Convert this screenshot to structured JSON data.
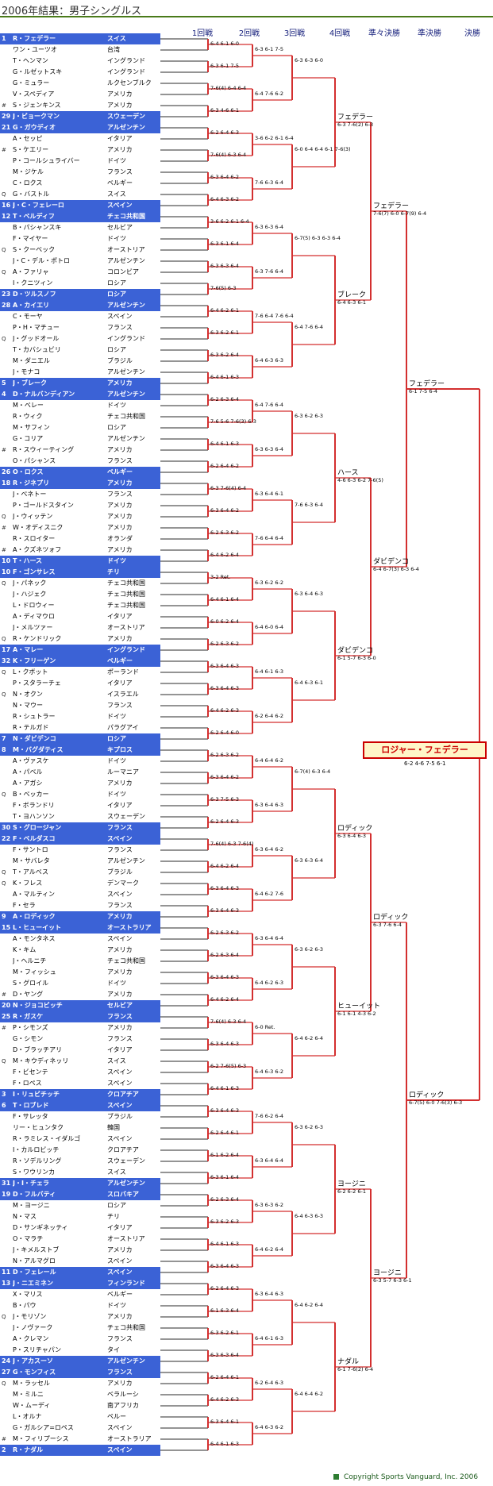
{
  "page_title": "2006年結果：男子シングルス",
  "rounds": [
    "1回戦",
    "2回戦",
    "3回戦",
    "4回戦",
    "準々決勝",
    "準決勝",
    "決勝"
  ],
  "entries": [
    {
      "seed": "1",
      "name": "R・フェデラー",
      "country": "スイス"
    },
    {
      "seed": "",
      "name": "ワン・ユーツオ",
      "country": "台湾"
    },
    {
      "seed": "",
      "name": "T・ヘンマン",
      "country": "イングランド"
    },
    {
      "seed": "",
      "name": "G・ルゼットスキ",
      "country": "イングランド"
    },
    {
      "seed": "",
      "name": "G・ミュラー",
      "country": "ルクセンブルク"
    },
    {
      "seed": "",
      "name": "V・スペディア",
      "country": "アメリカ"
    },
    {
      "seed": "#",
      "name": "S・ジェンキンス",
      "country": "アメリカ"
    },
    {
      "seed": "29",
      "name": "J・ビョークマン",
      "country": "スウェーデン"
    },
    {
      "seed": "21",
      "name": "G・ガウディオ",
      "country": "アルゼンチン"
    },
    {
      "seed": "",
      "name": "A・セッピ",
      "country": "イタリア"
    },
    {
      "seed": "#",
      "name": "S・ケエリー",
      "country": "アメリカ"
    },
    {
      "seed": "",
      "name": "P・コールシュライバー",
      "country": "ドイツ"
    },
    {
      "seed": "",
      "name": "M・ジケル",
      "country": "フランス"
    },
    {
      "seed": "",
      "name": "C・ロクス",
      "country": "ベルギー"
    },
    {
      "seed": "Q",
      "name": "G・バストル",
      "country": "スイス"
    },
    {
      "seed": "16",
      "name": "J・C・フェレーロ",
      "country": "スペイン"
    },
    {
      "seed": "12",
      "name": "T・ベルディフ",
      "country": "チェコ共和国"
    },
    {
      "seed": "",
      "name": "B・パシャンスキ",
      "country": "セルビア"
    },
    {
      "seed": "",
      "name": "F・マイヤー",
      "country": "ドイツ"
    },
    {
      "seed": "Q",
      "name": "S・クーベック",
      "country": "オーストリア"
    },
    {
      "seed": "",
      "name": "J・C・デル・ポトロ",
      "country": "アルゼンチン"
    },
    {
      "seed": "Q",
      "name": "A・ファリャ",
      "country": "コロンビア"
    },
    {
      "seed": "",
      "name": "I・クニツィン",
      "country": "ロシア"
    },
    {
      "seed": "23",
      "name": "D・ツルスノフ",
      "country": "ロシア"
    },
    {
      "seed": "28",
      "name": "A・カイエリ",
      "country": "アルゼンチン"
    },
    {
      "seed": "",
      "name": "C・モーヤ",
      "country": "スペイン"
    },
    {
      "seed": "",
      "name": "P・H・マチュー",
      "country": "フランス"
    },
    {
      "seed": "Q",
      "name": "J・グッドオール",
      "country": "イングランド"
    },
    {
      "seed": "",
      "name": "T・カバシュビリ",
      "country": "ロシア"
    },
    {
      "seed": "",
      "name": "M・ダニエル",
      "country": "ブラジル"
    },
    {
      "seed": "",
      "name": "J・モナコ",
      "country": "アルゼンチン"
    },
    {
      "seed": "5",
      "name": "J・ブレーク",
      "country": "アメリカ"
    },
    {
      "seed": "4",
      "name": "D・ナルバンディアン",
      "country": "アルゼンチン"
    },
    {
      "seed": "",
      "name": "M・ベレー",
      "country": "ドイツ"
    },
    {
      "seed": "",
      "name": "R・ウィク",
      "country": "チェコ共和国"
    },
    {
      "seed": "",
      "name": "M・サフィン",
      "country": "ロシア"
    },
    {
      "seed": "",
      "name": "G・コリア",
      "country": "アルゼンチン"
    },
    {
      "seed": "#",
      "name": "R・スウィーティング",
      "country": "アメリカ"
    },
    {
      "seed": "",
      "name": "O・パシャンス",
      "country": "フランス"
    },
    {
      "seed": "26",
      "name": "O・ロクス",
      "country": "ベルギー"
    },
    {
      "seed": "18",
      "name": "R・ジネプリ",
      "country": "アメリカ"
    },
    {
      "seed": "",
      "name": "J・ベネトー",
      "country": "フランス"
    },
    {
      "seed": "",
      "name": "P・ゴールドスタイン",
      "country": "アメリカ"
    },
    {
      "seed": "Q",
      "name": "J・ウィッテン",
      "country": "アメリカ"
    },
    {
      "seed": "#",
      "name": "W・オディスニク",
      "country": "アメリカ"
    },
    {
      "seed": "",
      "name": "R・スロイター",
      "country": "オランダ"
    },
    {
      "seed": "#",
      "name": "A・クズネツォフ",
      "country": "アメリカ"
    },
    {
      "seed": "10",
      "name": "T・ハース",
      "country": "ドイツ"
    },
    {
      "seed": "10",
      "name": "F・ゴンサレス",
      "country": "チリ"
    },
    {
      "seed": "Q",
      "name": "J・パネック",
      "country": "チェコ共和国"
    },
    {
      "seed": "",
      "name": "J・ハジェク",
      "country": "チェコ共和国"
    },
    {
      "seed": "",
      "name": "L・ドロウィー",
      "country": "チェコ共和国"
    },
    {
      "seed": "",
      "name": "A・ディマウロ",
      "country": "イタリア"
    },
    {
      "seed": "",
      "name": "J・メルツァー",
      "country": "オーストリア"
    },
    {
      "seed": "Q",
      "name": "R・ケンドリック",
      "country": "アメリカ"
    },
    {
      "seed": "17",
      "name": "A・マレー",
      "country": "イングランド"
    },
    {
      "seed": "32",
      "name": "K・フリーゲン",
      "country": "ベルギー"
    },
    {
      "seed": "Q",
      "name": "L・クボット",
      "country": "ポーランド"
    },
    {
      "seed": "",
      "name": "P・スタラーチェ",
      "country": "イタリア"
    },
    {
      "seed": "Q",
      "name": "N・オクン",
      "country": "イスラエル"
    },
    {
      "seed": "",
      "name": "N・マウー",
      "country": "フランス"
    },
    {
      "seed": "",
      "name": "R・シュトラー",
      "country": "ドイツ"
    },
    {
      "seed": "",
      "name": "R・テルガド",
      "country": "パラグアイ"
    },
    {
      "seed": "7",
      "name": "N・ダビデンコ",
      "country": "ロシア"
    },
    {
      "seed": "8",
      "name": "M・バグダティス",
      "country": "キプロス"
    },
    {
      "seed": "",
      "name": "A・ヴァスケ",
      "country": "ドイツ"
    },
    {
      "seed": "",
      "name": "A・パベル",
      "country": "ルーマニア"
    },
    {
      "seed": "",
      "name": "A・アガシ",
      "country": "アメリカ"
    },
    {
      "seed": "Q",
      "name": "B・ベッカー",
      "country": "ドイツ"
    },
    {
      "seed": "",
      "name": "F・ボランドリ",
      "country": "イタリア"
    },
    {
      "seed": "",
      "name": "T・ヨハンソン",
      "country": "スウェーデン"
    },
    {
      "seed": "30",
      "name": "S・グロージャン",
      "country": "フランス"
    },
    {
      "seed": "22",
      "name": "F・ベルダスコ",
      "country": "スペイン"
    },
    {
      "seed": "",
      "name": "F・サントロ",
      "country": "フランス"
    },
    {
      "seed": "",
      "name": "M・サバレタ",
      "country": "アルゼンチン"
    },
    {
      "seed": "Q",
      "name": "T・アルベス",
      "country": "ブラジル"
    },
    {
      "seed": "Q",
      "name": "K・フレス",
      "country": "デンマーク"
    },
    {
      "seed": "",
      "name": "A・マルティン",
      "country": "スペイン"
    },
    {
      "seed": "",
      "name": "F・セラ",
      "country": "フランス"
    },
    {
      "seed": "9",
      "name": "A・ロディック",
      "country": "アメリカ"
    },
    {
      "seed": "15",
      "name": "L・ヒューイット",
      "country": "オーストラリア"
    },
    {
      "seed": "",
      "name": "A・モンタネス",
      "country": "スペイン"
    },
    {
      "seed": "",
      "name": "K・キム",
      "country": "アメリカ"
    },
    {
      "seed": "",
      "name": "J・ヘルニチ",
      "country": "チェコ共和国"
    },
    {
      "seed": "",
      "name": "M・フィッシュ",
      "country": "アメリカ"
    },
    {
      "seed": "",
      "name": "S・グロイル",
      "country": "ドイツ"
    },
    {
      "seed": "#",
      "name": "D・ヤング",
      "country": "アメリカ"
    },
    {
      "seed": "20",
      "name": "N・ジョコビッチ",
      "country": "セルビア"
    },
    {
      "seed": "25",
      "name": "R・ガスケ",
      "country": "フランス"
    },
    {
      "seed": "#",
      "name": "P・シモンズ",
      "country": "アメリカ"
    },
    {
      "seed": "",
      "name": "G・シモン",
      "country": "フランス"
    },
    {
      "seed": "",
      "name": "D・ブラッチアリ",
      "country": "イタリア"
    },
    {
      "seed": "Q",
      "name": "M・キウディネッリ",
      "country": "スイス"
    },
    {
      "seed": "",
      "name": "F・ビセンテ",
      "country": "スペイン"
    },
    {
      "seed": "",
      "name": "F・ロペス",
      "country": "スペイン"
    },
    {
      "seed": "3",
      "name": "I・リュビチッチ",
      "country": "クロアチア"
    },
    {
      "seed": "6",
      "name": "T・ロブレド",
      "country": "スペイン"
    },
    {
      "seed": "",
      "name": "F・サレッタ",
      "country": "ブラジル"
    },
    {
      "seed": "",
      "name": "リー・ヒュンタク",
      "country": "韓国"
    },
    {
      "seed": "",
      "name": "R・ラミレス・イダルゴ",
      "country": "スペイン"
    },
    {
      "seed": "",
      "name": "I・カルロビッチ",
      "country": "クロアチア"
    },
    {
      "seed": "",
      "name": "R・ソデルリング",
      "country": "スウェーデン"
    },
    {
      "seed": "",
      "name": "S・ワウリンカ",
      "country": "スイス"
    },
    {
      "seed": "31",
      "name": "J・I・チェラ",
      "country": "アルゼンチン"
    },
    {
      "seed": "19",
      "name": "D・フルバティ",
      "country": "スロバキア"
    },
    {
      "seed": "",
      "name": "M・ヨージニ",
      "country": "ロシア"
    },
    {
      "seed": "",
      "name": "N・マス",
      "country": "チリ"
    },
    {
      "seed": "",
      "name": "D・サンギネッティ",
      "country": "イタリア"
    },
    {
      "seed": "",
      "name": "O・マラチ",
      "country": "オーストリア"
    },
    {
      "seed": "",
      "name": "J・キメルストブ",
      "country": "アメリカ"
    },
    {
      "seed": "",
      "name": "N・アルマグロ",
      "country": "スペイン"
    },
    {
      "seed": "11",
      "name": "D・フェレール",
      "country": "スペイン"
    },
    {
      "seed": "13",
      "name": "J・ニエミネン",
      "country": "フィンランド"
    },
    {
      "seed": "",
      "name": "X・マリス",
      "country": "ベルギー"
    },
    {
      "seed": "",
      "name": "B・パウ",
      "country": "ドイツ"
    },
    {
      "seed": "Q",
      "name": "J・モリゾン",
      "country": "アメリカ"
    },
    {
      "seed": "",
      "name": "J・ノヴァーク",
      "country": "チェコ共和国"
    },
    {
      "seed": "",
      "name": "A・クレマン",
      "country": "フランス"
    },
    {
      "seed": "",
      "name": "P・スリチャパン",
      "country": "タイ"
    },
    {
      "seed": "24",
      "name": "J・アカスーソ",
      "country": "アルゼンチン"
    },
    {
      "seed": "27",
      "name": "G・モンフィス",
      "country": "フランス"
    },
    {
      "seed": "Q",
      "name": "M・ラッセル",
      "country": "アメリカ"
    },
    {
      "seed": "",
      "name": "M・ミルニ",
      "country": "ベラルーシ"
    },
    {
      "seed": "",
      "name": "W・ムーディ",
      "country": "南アフリカ"
    },
    {
      "seed": "",
      "name": "L・オルナ",
      "country": "ペルー"
    },
    {
      "seed": "",
      "name": "G・ガルシア=ロペス",
      "country": "スペイン"
    },
    {
      "seed": "#",
      "name": "M・フィリプーシス",
      "country": "オーストラリア"
    },
    {
      "seed": "2",
      "name": "R・ナダル",
      "country": "スペイン"
    }
  ],
  "rounds_results": [
    {
      "winners": [],
      "scores": [
        "6-4 6-1 6-0",
        "6-3 6-1 7-5",
        "7-6(4) 6-4 6-4",
        "6-3 4-6 6-1",
        "6-2 6-4 6-3",
        "7-6(4) 6-3 6-4",
        "6-3 6-4 6-2",
        "6-4 6-3 6-2",
        "3-6 6-2 6-1 6-4",
        "6-3 6-1 6-4",
        "6-3 6-3 6-4",
        "7-6(5) 6-3",
        "6-4 6-2 6-1",
        "6-3 6-2 6-1",
        "6-3 6-2 6-4",
        "6-4 6-1 6-3",
        "6-2 6-3 6-4",
        "7-6 5-6 7-6(3) 6-3",
        "6-4 6-1 6-3",
        "6-2 6-4 6-2",
        "6-3 7-6(4) 6-4",
        "6-3 6-4 6-2",
        "6-2 6-3 6-2",
        "6-4 6-2 6-4",
        "3-2 Ret.",
        "6-4 6-1 6-4",
        "6-0 6-2 6-4",
        "6-2 6-3 6-2",
        "6-3 6-4 6-3",
        "6-3 6-4 6-3",
        "6-4 6-2 6-3",
        "6-2 6-4 6-0",
        "6-2 6-3 6-2",
        "6-3 6-4 6-2",
        "6-3 7-5 6-3",
        "6-2 6-4 6-3",
        "7-6(4) 6-3 7-6(4)",
        "6-4 6-2 6-4",
        "6-3 6-4 6-3",
        "6-3 6-4 6-3",
        "6-2 6-3 6-2",
        "6-2 6-3 6-4",
        "6-3 6-4 6-3",
        "6-4 6-2 6-4",
        "7-6(4) 6-3 6-4",
        "6-3 6-4 6-3",
        "6-2 7-6(5) 6-3",
        "6-4 6-1 6-3",
        "6-3 6-4 6-3",
        "6-2 6-4 6-1",
        "6-1 6-2 6-4",
        "6-3 6-1 6-4",
        "6-2 6-3 6-4",
        "6-3 6-2 6-3",
        "6-4 6-1 6-3",
        "6-3 6-4 6-3",
        "6-2 6-4 6-3",
        "6-1 6-3 6-4",
        "6-3 6-2 6-1",
        "6-3 6-3 6-4",
        "6-2 6-4 6-1",
        "6-4 6-2 6-3",
        "6-3 6-4 6-1",
        "6-4 6-1 6-3"
      ]
    },
    {
      "winners": [],
      "scores": [
        "6-3 6-1 7-5",
        "6-4 7-6 6-2",
        "3-6 6-2 6-1 6-4",
        "7-6 6-3 6-4",
        "6-3 6-3 6-4",
        "6-3 7-6 6-4",
        "7-6 6-4 7-6 6-4",
        "6-4 6-3 6-3",
        "6-4 7-6 6-4",
        "6-3 6-3 6-4",
        "6-3 6-4 6-1",
        "7-6 6-4 6-4",
        "6-3 6-2 6-2",
        "6-4 6-0 6-4",
        "6-4 6-1 6-3",
        "6-2 6-4 6-2",
        "6-4 6-4 6-2",
        "6-3 6-4 6-3",
        "6-3 6-4 6-2",
        "6-4 6-2 7-6",
        "6-3 6-4 6-4",
        "6-4 6-2 6-3",
        "6-0 Ret.",
        "6-4 6-3 6-2",
        "7-6 6-2 6-4",
        "6-3 6-4 6-4",
        "6-3 6-3 6-2",
        "6-4 6-2 6-4",
        "6-3 6-4 6-3",
        "6-4 6-1 6-3",
        "6-2 6-4 6-3",
        "6-4 6-3 6-2"
      ]
    },
    {
      "winners": [],
      "scores": [
        "6-3 6-3 6-0",
        "6-0 6-4 6-4 6-1 7-6(3)",
        "6-7(5) 6-3 6-3 6-4",
        "6-4 7-6 6-4",
        "6-3 6-2 6-3",
        "7-6 6-3 6-4",
        "6-3 6-4 6-3",
        "6-4 6-3 6-1",
        "6-7(4) 6-3 6-4",
        "6-3 6-3 6-4",
        "6-3 6-2 6-3",
        "6-4 6-2 6-4",
        "6-3 6-2 6-3",
        "6-4 6-3 6-3",
        "6-4 6-2 6-4",
        "6-4 6-4 6-2"
      ]
    },
    {
      "winners": [
        "フェデラー",
        "ブレーク",
        "ハース",
        "ダビデンコ",
        "ロディック",
        "ヒューイット",
        "ヨージニ",
        "ナダル"
      ],
      "scores": [
        "6-3 7-6(2) 6-3",
        "6-4 6-3 6-1",
        "4-6 6-3 6-2 7-6(5)",
        "6-1 5-7 6-3 6-0",
        "6-3 6-4 6-3",
        "6-1 6-1 4-3 6-2",
        "6-2 6-2 6-1",
        "6-1 7-6(2) 6-4"
      ]
    },
    {
      "winners": [
        "フェデラー",
        "ダビデンコ",
        "ロディック",
        "ヨージニ"
      ],
      "scores": [
        "7-6(7) 6-0 6-7(9) 6-4",
        "6-4 6-7(3) 6-3 6-4",
        "6-3 7-6 6-4",
        "6-3 5-7 6-3 6-1"
      ]
    },
    {
      "winners": [
        "フェデラー",
        "ロディック"
      ],
      "scores": [
        "6-1 7-5 6-4",
        "6-7(5) 6-0 7-6(3) 6-3"
      ]
    }
  ],
  "champion": "ロジャー・フェデラー",
  "final_score": "6-2 4-6 7-5 6-1",
  "copyright": "Copyright  Sports Vanguard, Inc. 2006",
  "colors": {
    "seed_row": "#3b62d6",
    "bracket_line": "#d32f2f",
    "title_rule": "#4a7a1a"
  }
}
